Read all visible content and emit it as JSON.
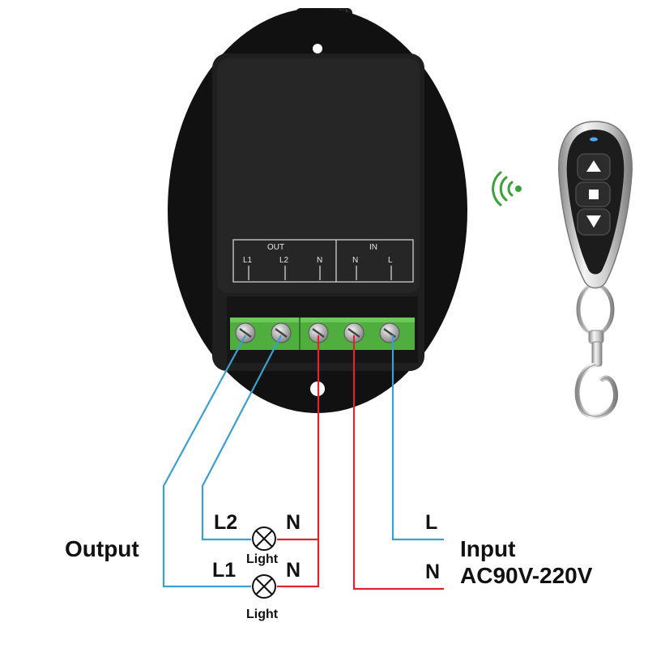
{
  "relay": {
    "out_group": "OUT",
    "in_group": "IN",
    "terminals": [
      "L1",
      "L2",
      "N",
      "N",
      "L"
    ]
  },
  "wiring": {
    "output_label": "Output",
    "input_label": "Input",
    "input_voltage": "AC90V-220V",
    "load_top": {
      "line": "L2",
      "neutral": "N",
      "caption": "Light"
    },
    "load_bottom": {
      "line": "L1",
      "neutral": "N",
      "caption": "Light"
    },
    "input_line": "L",
    "input_neutral": "N"
  },
  "colors": {
    "line_wire": "#3a9fd1",
    "neutral_wire": "#e0242b",
    "signal": "#3aa23a",
    "terminal_block": "#4fae3e",
    "housing": "#1f1f1f"
  },
  "icons": [
    "wireless-signal-icon",
    "light-bulb-icon",
    "remote-up-icon",
    "remote-stop-icon",
    "remote-down-icon"
  ]
}
